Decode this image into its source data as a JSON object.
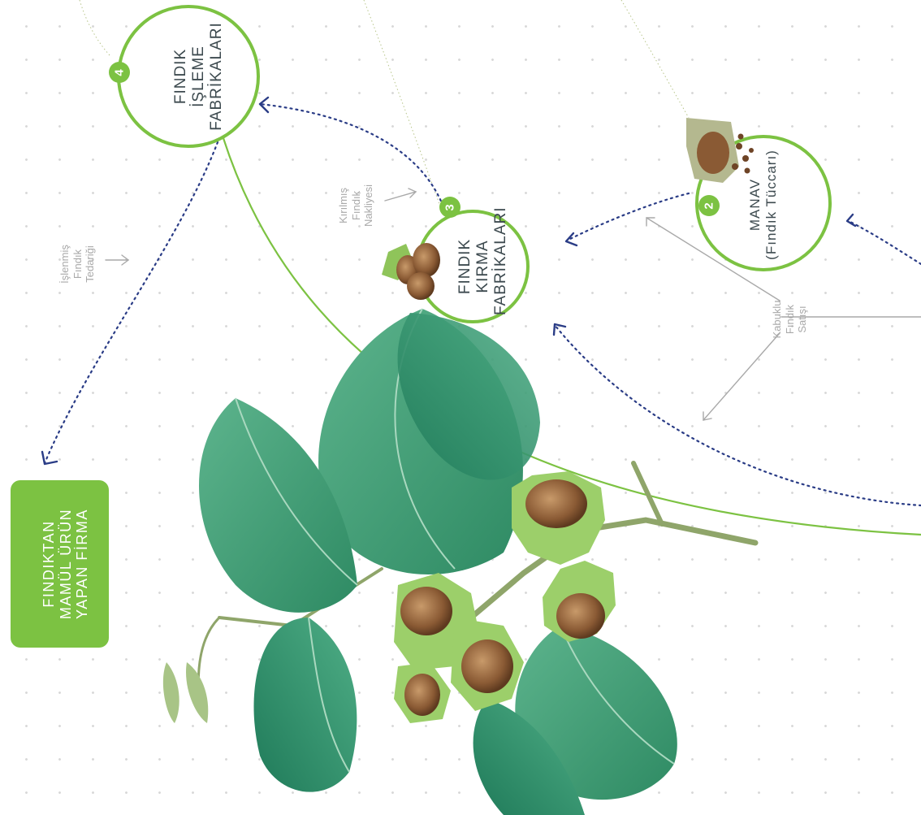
{
  "nodes": {
    "isleme": {
      "number": "4",
      "title": [
        "FINDIK",
        "İŞLEME",
        "FABRİKALARI"
      ]
    },
    "kirma": {
      "number": "3",
      "title": [
        "FINDIK",
        "KIRMA",
        "FABRİKALARI"
      ]
    },
    "manav": {
      "number": "2",
      "title": [
        "MANAV",
        "(Fındık Tüccarı)"
      ]
    }
  },
  "labels": {
    "kirilmis": [
      "Kırılmış",
      "Fındık",
      "Nakliyesi"
    ],
    "islenmis": [
      "İşlenmiş",
      "Fındık",
      "Tedariği"
    ],
    "kabuklu": [
      "Kabuklu",
      "Fındık",
      "Satışı"
    ]
  },
  "product_box": [
    "FINDIKTAN",
    "MAMÜL ÜRÜN",
    "YAPAN FİRMA"
  ],
  "colors": {
    "accent_green": "#7cc242",
    "flow_blue": "#2a3c86",
    "leader_gray": "#a9a9a9",
    "leaf_green": "#3b9c6f"
  },
  "icons": [
    "hazelnut-icon",
    "cone-icon",
    "hazelnut-branch-illustration"
  ]
}
